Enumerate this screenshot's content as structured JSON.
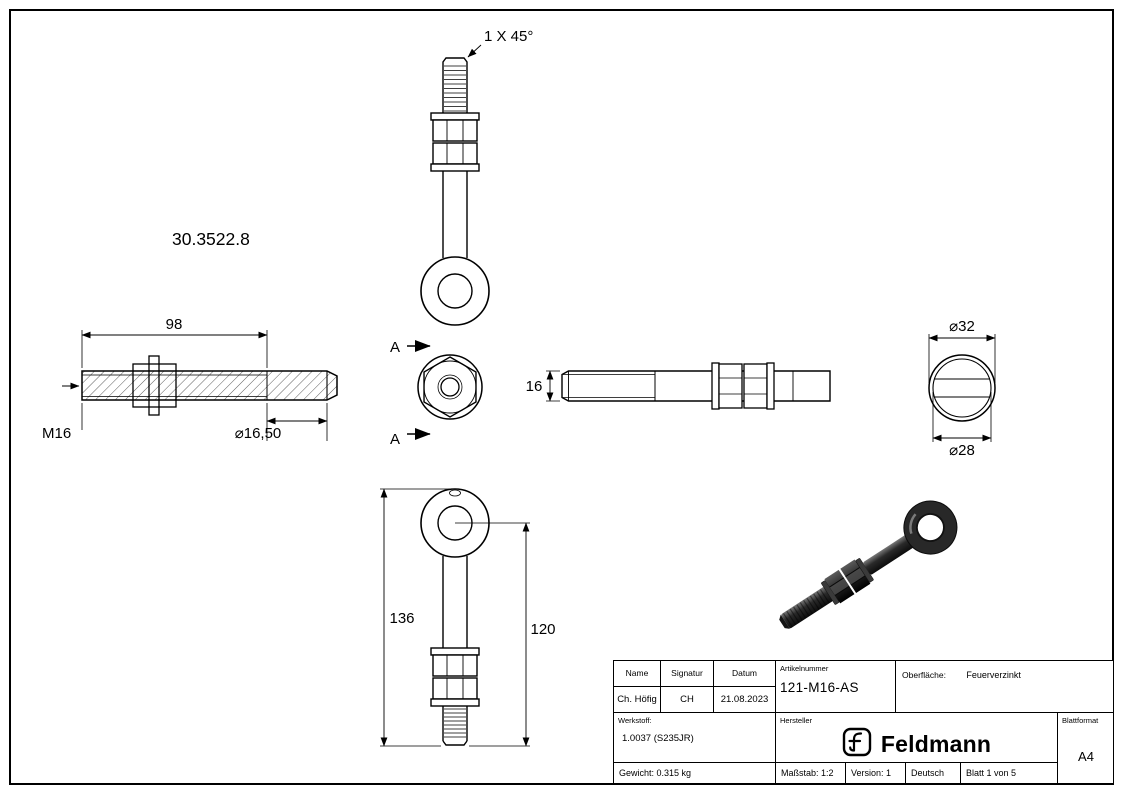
{
  "sheet": {
    "part_number": "30.3522.8"
  },
  "drawing": {
    "annotations": {
      "chamfer": "1 X 45°",
      "section_label": "A"
    },
    "dimensions": {
      "thread_length": "98",
      "thread_size": "M16",
      "shaft_diameter": "⌀16,50",
      "rod_diameter": "16",
      "eye_outer_diameter": "⌀32",
      "eye_inner_diameter": "⌀28",
      "total_length": "136",
      "shank_length": "120"
    }
  },
  "title_block": {
    "headers": {
      "name": "Name",
      "signatur": "Signatur",
      "datum": "Datum",
      "artikelnummer": "Artikelnummer",
      "oberflaeche": "Oberfläche:",
      "werkstoff": "Werkstoff:",
      "hersteller": "Hersteller",
      "blattformat": "Blattformat"
    },
    "values": {
      "name": "Ch. Höfig",
      "signatur": "CH",
      "datum": "21.08.2023",
      "artikelnummer": "121-M16-AS",
      "oberflaeche": "Feuerverzinkt",
      "werkstoff": "1.0037 (S235JR)",
      "blattformat": "A4",
      "brand": "Feldmann"
    },
    "footer": {
      "gewicht": "Gewicht: 0.315 kg",
      "massstab": "Maßstab: 1:2",
      "version": "Version: 1",
      "sprache": "Deutsch",
      "blatt": "Blatt 1 von 5"
    }
  }
}
